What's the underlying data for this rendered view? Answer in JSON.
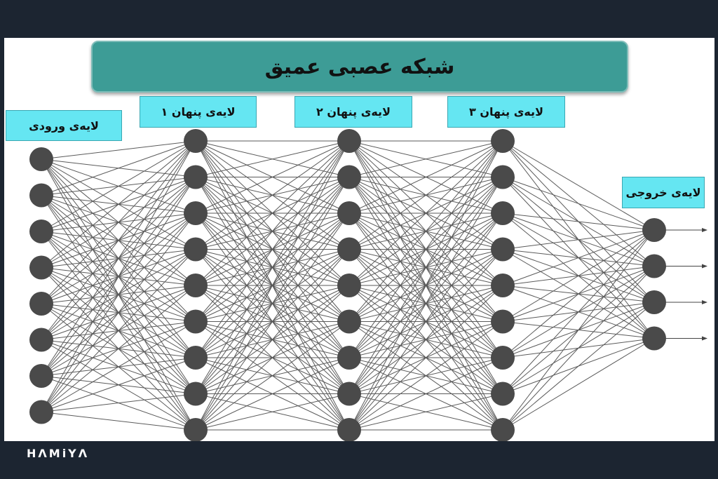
{
  "title": "شبکه عصبی عمیق",
  "layers": [
    {
      "label": "لایه‌ی ورودی",
      "nodes": 8
    },
    {
      "label": "لایه‌ی پنهان ۱",
      "nodes": 9
    },
    {
      "label": "لایه‌ی پنهان ۲",
      "nodes": 9
    },
    {
      "label": "لایه‌ی پنهان ۳",
      "nodes": 9
    },
    {
      "label": "لایه‌ی خروجی",
      "nodes": 4
    }
  ],
  "logo_text": "HΛMiYΛ",
  "colors": {
    "page_background": "#1c2531",
    "title_banner": "#3d9c96",
    "label_background": "#65e6f2",
    "node": "#4a4a4a",
    "edge": "#5a5a5a"
  }
}
